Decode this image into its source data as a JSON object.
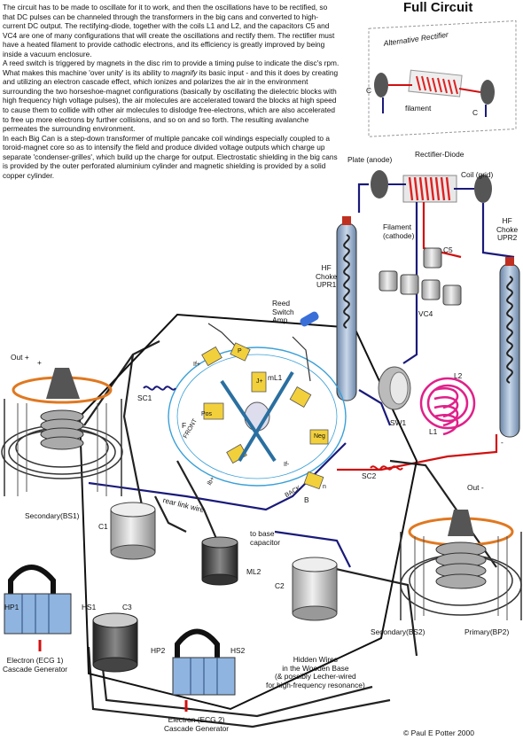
{
  "header": {
    "title": "Full Circuit",
    "copyright": "© Paul E Potter 2000"
  },
  "intro": {
    "p1": "The circuit has to be made to oscillate for it to work, and then the oscillations have to be rectified, so that DC pulses can be channeled through the transformers in the big cans and converted to high-current DC output. The rectifying-diode, together with the coils L1 and L2, and the capacitors C5 and VC4 are one of many configurations that will create the oscillations and rectify them. The rectifier must have a heated filament to provide cathodic electrons, and its efficiency is greatly improved by being inside a vacuum enclosure.",
    "p2": "A reed switch is triggered by magnets in the disc rim to provide a timing pulse to indicate the disc's rpm.",
    "p3_a": "What makes this machine 'over unity' is its ability to ",
    "p3_em": "magnify",
    "p3_b": " its basic input - and this it does by creating and utilizing an electron cascade effect, which ionizes and polarizes the air in the environment surrounding the two horseshoe-magnet configurations (basically by oscillating the dielectric blocks with high frequency high voltage pulses), the air molecules are accelerated toward the blocks at high speed to cause them to collide with other air molecules to dislodge free-electrons, which are also accelerated to free up more electrons by further collisions, and so on and so forth. The resulting avalanche permeates the surrounding environment.",
    "p4": "In each Big Can is a step-down transformer of multiple pancake coil windings especially coupled to a toroid-magnet core so as to intensify the field and produce divided voltage outputs which charge up separate 'condenser-grilles', which build up the charge for output. Electrostatic shielding in the big cans is provided by the outer perforated aluminium cylinder and magnetic shielding is provided by a solid copper cylinder."
  },
  "labels": {
    "alternative_rectifier": "Alternative Rectifier",
    "alt_c_left": "C",
    "alt_c_right": "C",
    "filament_alt": "filament",
    "plate_anode": "Plate (anode)",
    "rectifier_diode": "Rectifier-Diode",
    "coil_grid": "Coil (grid)",
    "filament_cathode": "Filament\n(cathode)",
    "c5": "C5",
    "vc4": "VC4",
    "l2": "L2",
    "l1": "L1",
    "sw1": "SW1",
    "hf_choke_upr1": "HF\nChoke\nUPR1",
    "hf_choke_upr2": "HF\nChoke\nUPR2",
    "reed_switch_amp": "Reed\nSwitch\nAmp",
    "out_left": "Out +",
    "out_right": "Out -",
    "sc1": "SC1",
    "sc2": "SC2",
    "secondary_bs1": "Secondary(BS1)",
    "secondary_bs2": "Secondary(BS2)",
    "primary_bp2": "Primary(BP2)",
    "rear_link_wire": "rear link wire",
    "to_base_capacitor": "to base\ncapacitor",
    "c1": "C1",
    "c2": "C2",
    "c3": "C3",
    "ml2": "ML2",
    "ml1": "mL1",
    "hp1": "HP1",
    "hs1": "HS1",
    "hp2": "HP2",
    "hs2": "HS2",
    "ecg1": "Electron (ECG 1)\nCascade Generator",
    "ecg2": "Electron (ECG 2)\nCascade Generator",
    "hidden_wires": "Hidden Wires\nin the Wooden Base\n(& possibly Lecher-wired\nfor high-frequency resonance)",
    "pos": "Pos",
    "neg": "Neg",
    "front": "FRONT",
    "back": "BACK",
    "plus": "+",
    "minus": "-",
    "f": "F",
    "b": "B",
    "p": "P",
    "n": "n",
    "if_plus": "If+",
    "if_minus": "If-",
    "ib_plus": "Ib+",
    "j_plus": "J+"
  },
  "colors": {
    "wire_blue": "#1a1a7a",
    "wire_red": "#d01010",
    "coil_red": "#e02020",
    "coil_magenta": "#e0208a",
    "disc_blue": "#3aa0d8",
    "pole_yellow": "#f2d03c",
    "can_orange": "#e07820"
  }
}
